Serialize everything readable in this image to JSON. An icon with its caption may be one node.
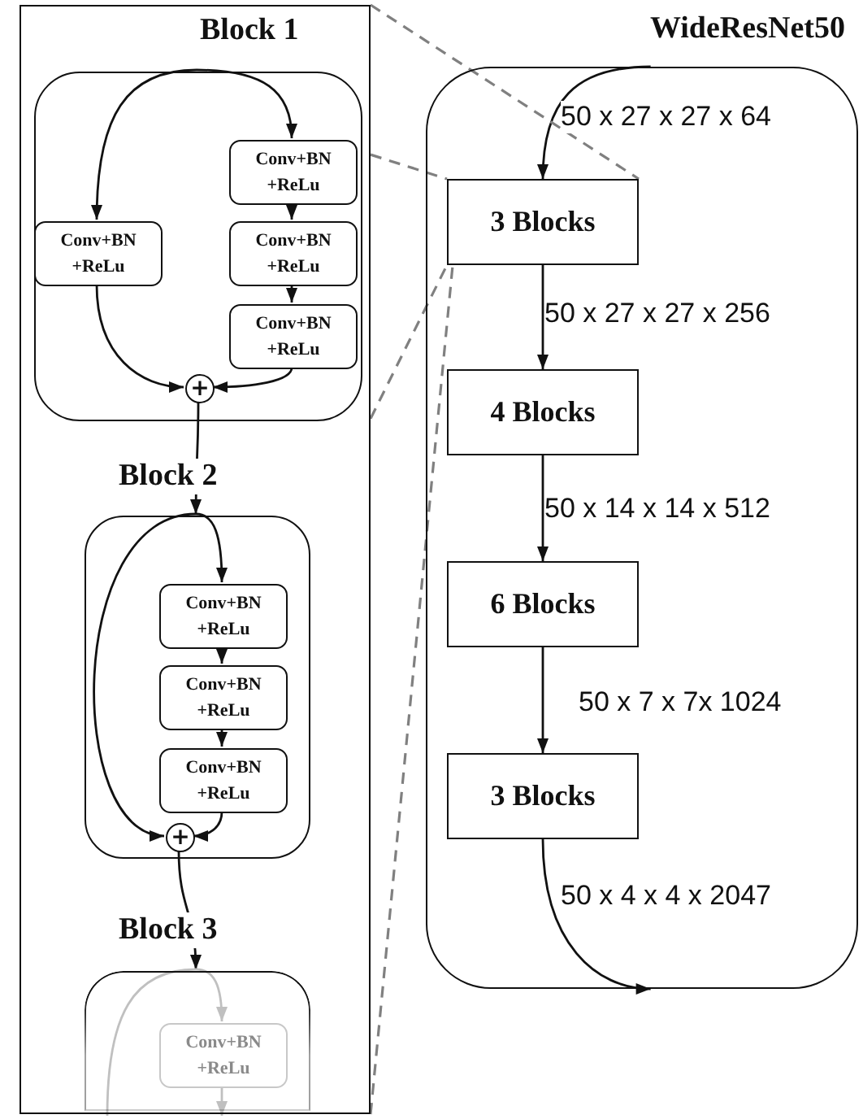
{
  "diagram": {
    "nodes": [
      {
        "text": [],
        "shape": "box"
      },
      {
        "text": [
          "Block 1"
        ],
        "in": 0
      },
      {
        "text": [
          "Conv+BN +ReLu"
        ],
        "in": 1
      },
      {
        "text": [
          "Conv+BN +ReLu"
        ],
        "in": 1
      },
      {
        "text": [
          "Conv+BN +ReLu"
        ],
        "in": 1
      },
      {
        "text": [
          "Conv+BN +ReLu"
        ],
        "in": 1
      },
      {
        "text": [
          "+"
        ],
        "in": 1
      },
      {
        "text": [
          "Block 2"
        ],
        "in": 0
      },
      {
        "text": [
          "Conv+BN +ReLu"
        ],
        "in": 7
      },
      {
        "text": [
          "Conv+BN +ReLu"
        ],
        "in": 7
      },
      {
        "text": [
          "Conv+BN +ReLu"
        ],
        "in": 7
      },
      {
        "text": [
          "+"
        ],
        "in": 7
      },
      {
        "text": [
          "Block 3"
        ],
        "in": 0
      },
      {
        "text": [
          "Conv+BN +ReLu"
        ],
        "in": 12
      },
      {
        "text": [
          "WideResNet50"
        ]
      },
      {
        "text": [
          "3 Blocks"
        ],
        "in": 14
      },
      {
        "text": [
          "4 Blocks"
        ],
        "in": 14
      },
      {
        "text": [
          "6 Blocks"
        ],
        "in": 14
      },
      {
        "text": [
          "3 Blocks"
        ],
        "in": 14
      }
    ],
    "edges": [
      {
        "from": 1,
        "to": 2,
        "arrow": "to"
      },
      {
        "from": 1,
        "to": 3,
        "arrow": "to"
      },
      {
        "from": 3,
        "to": 4,
        "arrow": "to"
      },
      {
        "from": 4,
        "to": 5,
        "arrow": "to"
      },
      {
        "from": 2,
        "to": 6,
        "arrow": "to"
      },
      {
        "from": 5,
        "to": 6,
        "arrow": "to"
      },
      {
        "from": 6,
        "to": 7,
        "arrow": "to"
      },
      {
        "from": 7,
        "to": 11,
        "arrow": "to"
      },
      {
        "from": 7,
        "to": 8,
        "arrow": "to"
      },
      {
        "from": 8,
        "to": 9,
        "arrow": "to"
      },
      {
        "from": 9,
        "to": 10,
        "arrow": "to"
      },
      {
        "from": 10,
        "to": 11,
        "arrow": "to"
      },
      {
        "from": 11,
        "to": 12,
        "arrow": "to"
      },
      {
        "from": 12,
        "to": 13,
        "arrow": "to",
        "color": "#c0c0c0"
      },
      {
        "from": 12,
        "to": null,
        "arrow": "none",
        "color": "#c0c0c0"
      },
      {
        "from": 13,
        "to": null,
        "arrow": "to",
        "color": "#c0c0c0"
      },
      {
        "from": 14,
        "to": 15,
        "arrow": "to",
        "label": "50 x 27 x 27 x 64"
      },
      {
        "from": 15,
        "to": 16,
        "arrow": "to",
        "label": "50 x 27 x 27 x 256"
      },
      {
        "from": 16,
        "to": 17,
        "arrow": "to",
        "label": "50 x 14 x 14 x 512"
      },
      {
        "from": 17,
        "to": 18,
        "arrow": "to",
        "label": "50 x 7 x 7x 1024"
      },
      {
        "from": 18,
        "to": 14,
        "arrow": "to",
        "label": "50 x 4 x 4 x 2047"
      },
      {
        "from": 0,
        "to": 15,
        "arrow": "none",
        "style": "dashed",
        "color": "#808080"
      },
      {
        "from": 0,
        "to": 15,
        "arrow": "none",
        "style": "dashed",
        "color": "#808080"
      },
      {
        "from": 0,
        "to": 15,
        "arrow": "none",
        "style": "dashed",
        "color": "#808080"
      },
      {
        "from": 0,
        "to": 15,
        "arrow": "none",
        "style": "dashed",
        "color": "#808080"
      }
    ]
  }
}
